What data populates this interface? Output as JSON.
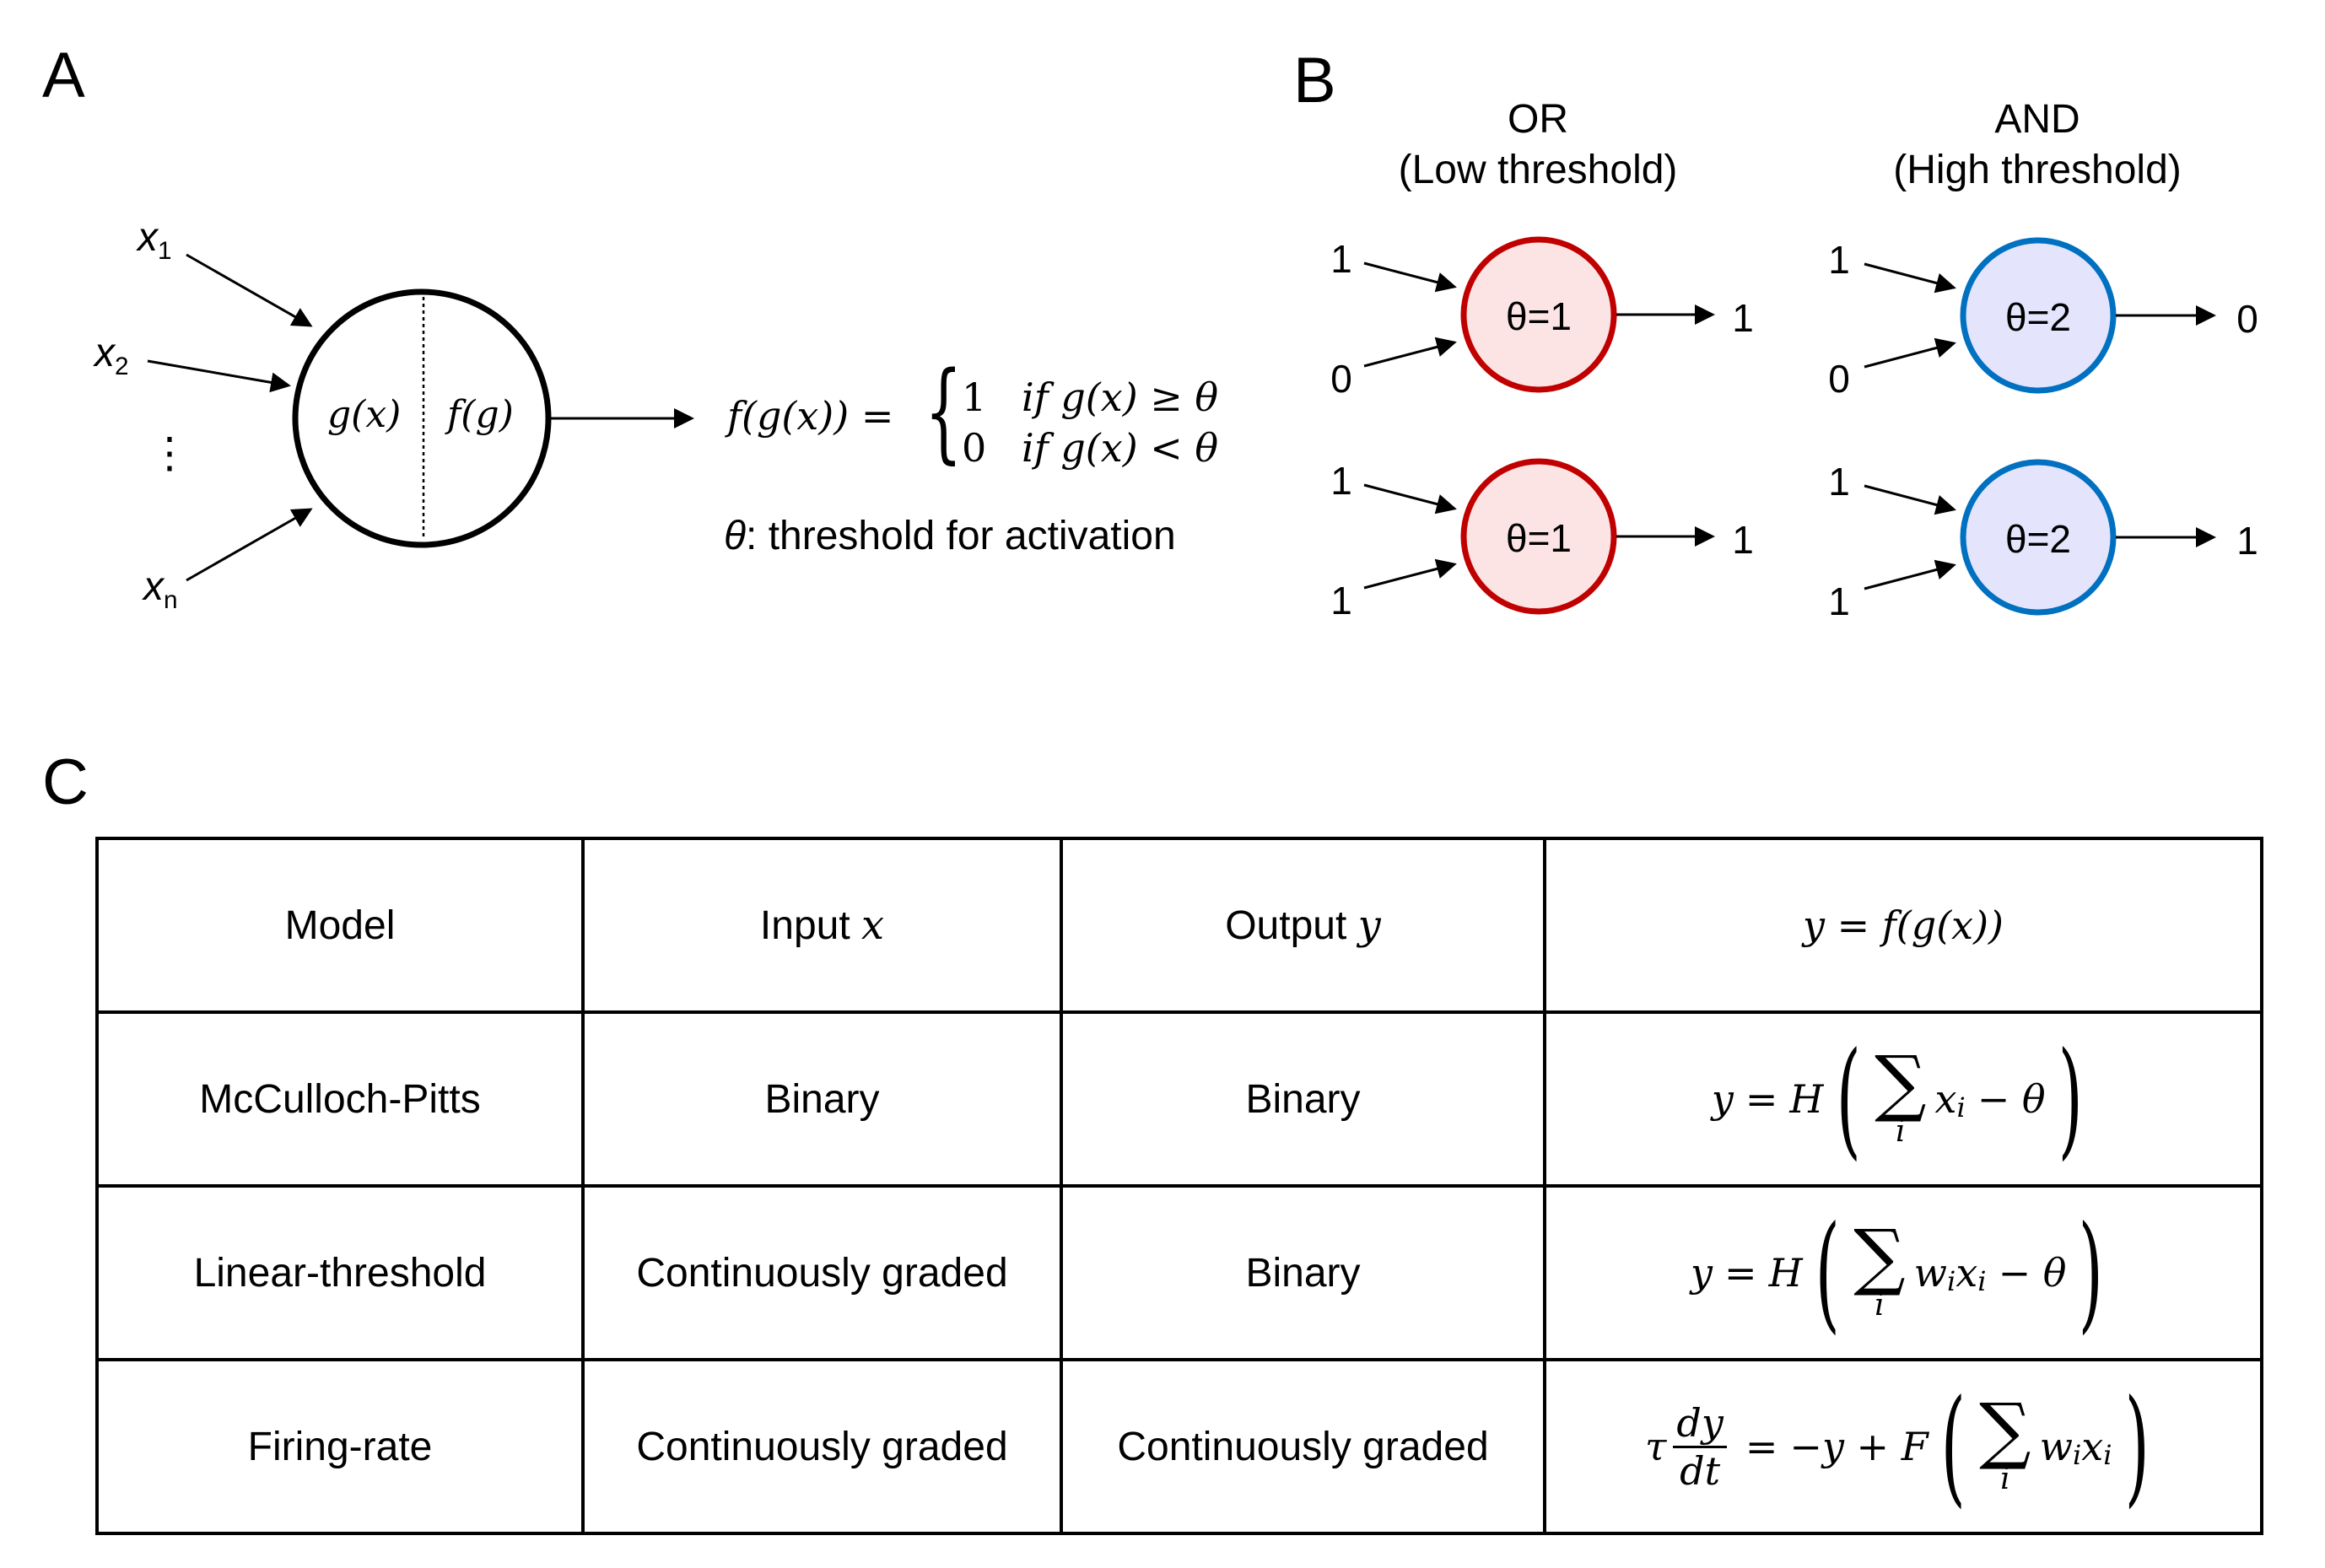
{
  "panels": {
    "a": {
      "label": "A",
      "inputs": [
        {
          "var": "x",
          "sub": "1"
        },
        {
          "var": "x",
          "sub": "2"
        },
        {
          "var": "x",
          "sub": "n"
        }
      ],
      "ellipsis": "⋮",
      "neuron": {
        "left": "g(x)",
        "right": "f(g)"
      },
      "activation": {
        "lhs": "f(g(x)) =",
        "cases": [
          {
            "value": "1",
            "condition": "if g(x) ≥ θ"
          },
          {
            "value": "0",
            "condition": "if g(x) < θ"
          }
        ],
        "brace": "{"
      },
      "threshold_note": {
        "symbol": "θ",
        "text": ": threshold for activation"
      }
    },
    "b": {
      "label": "B",
      "gates": [
        {
          "name": "OR",
          "subtitle": "(Low threshold)",
          "stroke_color": "#C00000",
          "fill_color": "#FDE4E4",
          "examples": [
            {
              "inputs": [
                "1",
                "0"
              ],
              "theta": "θ=1",
              "output": "1"
            },
            {
              "inputs": [
                "1",
                "1"
              ],
              "theta": "θ=1",
              "output": "1"
            }
          ]
        },
        {
          "name": "AND",
          "subtitle": "(High threshold)",
          "stroke_color": "#0070C0",
          "fill_color": "#E4E4FC",
          "examples": [
            {
              "inputs": [
                "1",
                "0"
              ],
              "theta": "θ=2",
              "output": "0"
            },
            {
              "inputs": [
                "1",
                "1"
              ],
              "theta": "θ=2",
              "output": "1"
            }
          ]
        }
      ]
    },
    "c": {
      "label": "C",
      "table": {
        "headers": {
          "model": "Model",
          "input": {
            "text": "Input ",
            "var": "x"
          },
          "output": {
            "text": "Output ",
            "var": "y"
          },
          "formula": "y = f(g(x))"
        },
        "rows": [
          {
            "model": "McCulloch-Pitts",
            "input": "Binary",
            "output": "Binary",
            "formula": {
              "lhs": "y",
              "fn": "H",
              "sum_index": "i",
              "body": [
                "x",
                "i"
              ],
              "tail": "− θ"
            }
          },
          {
            "model": "Linear-threshold",
            "input": "Continuously graded",
            "output": "Binary",
            "formula": {
              "lhs": "y",
              "fn": "H",
              "sum_index": "i",
              "body": [
                "w",
                "i",
                "x",
                "i"
              ],
              "tail": "− θ"
            }
          },
          {
            "model": "Firing-rate",
            "input": "Continuously graded",
            "output": "Continuously graded",
            "formula": {
              "tau": "τ",
              "num": "dy",
              "den": "dt",
              "rhs": "−y + F",
              "sum_index": "i",
              "body": [
                "w",
                "i",
                "x",
                "i"
              ]
            }
          }
        ]
      }
    }
  },
  "symbols": {
    "sigma": "∑",
    "lparen": "(",
    "rparen": ")",
    "eq": "="
  }
}
